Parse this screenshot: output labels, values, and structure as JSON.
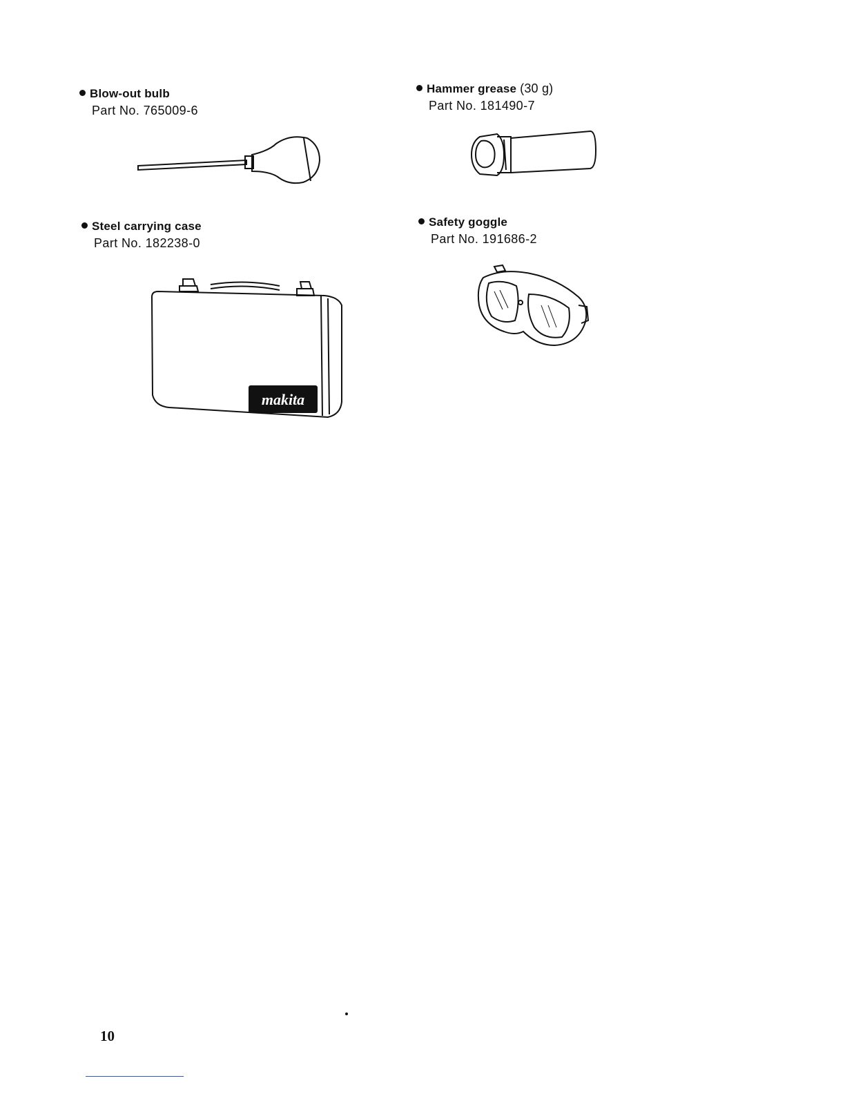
{
  "items": [
    {
      "name": "Blow-out bulb",
      "extra": "",
      "part": "Part No. 765009-6"
    },
    {
      "name": "Hammer grease",
      "extra": "(30 g)",
      "part": "Part No. 181490-7"
    },
    {
      "name": "Steel carrying case",
      "extra": "",
      "part": "Part No. 182238-0"
    },
    {
      "name": "Safety goggle",
      "extra": "",
      "part": "Part No. 191686-2"
    }
  ],
  "brand_logo": "makita",
  "page_number": "10"
}
